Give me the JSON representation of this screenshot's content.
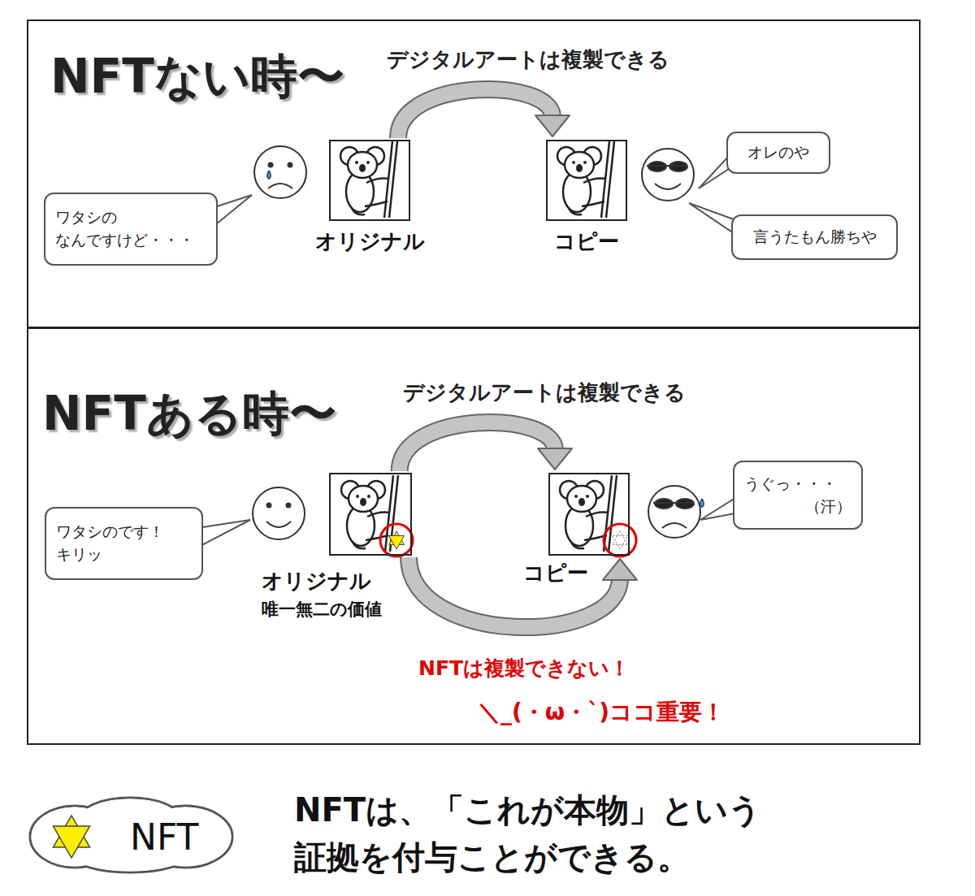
{
  "diagram": {
    "nodes": [
      {
        "text": [
          "NFTない時〜"
        ]
      },
      {
        "text": [
          "ワタシの なんですけど・・・"
        ],
        "in": 0
      },
      {
        "text": [
          "オリジナル"
        ],
        "in": 0
      },
      {
        "text": [
          "コピー"
        ],
        "in": 0
      },
      {
        "text": [
          "オレのや"
        ],
        "in": 0
      },
      {
        "text": [
          "言うたもん勝ちや"
        ],
        "in": 0
      },
      {
        "text": [
          "NFTある時〜"
        ]
      },
      {
        "text": [
          "ワタシのです！ キリッ"
        ],
        "in": 6
      },
      {
        "text": [
          "オリジナル",
          "唯一無二の価値"
        ],
        "in": 6
      },
      {
        "text": [
          "コピー"
        ],
        "in": 6
      },
      {
        "text": [
          "うぐっ・・・ （汗）"
        ],
        "in": 6
      },
      {
        "text": [
          "NFT"
        ]
      }
    ],
    "edges": [
      {
        "from": 2,
        "to": 3,
        "arrow": "to",
        "label": "デジタルアートは複製できる"
      },
      {
        "from": 8,
        "to": 9,
        "arrow": "to",
        "label": "デジタルアートは複製できる"
      },
      {
        "from": 8,
        "to": 9,
        "arrow": "to",
        "label": "NFTは複製できない！"
      }
    ],
    "labels": [
      "＼_(・ω・`)ココ重要！",
      "NFTは、「これが本物」という 証拠を付与ことができる。"
    ]
  }
}
